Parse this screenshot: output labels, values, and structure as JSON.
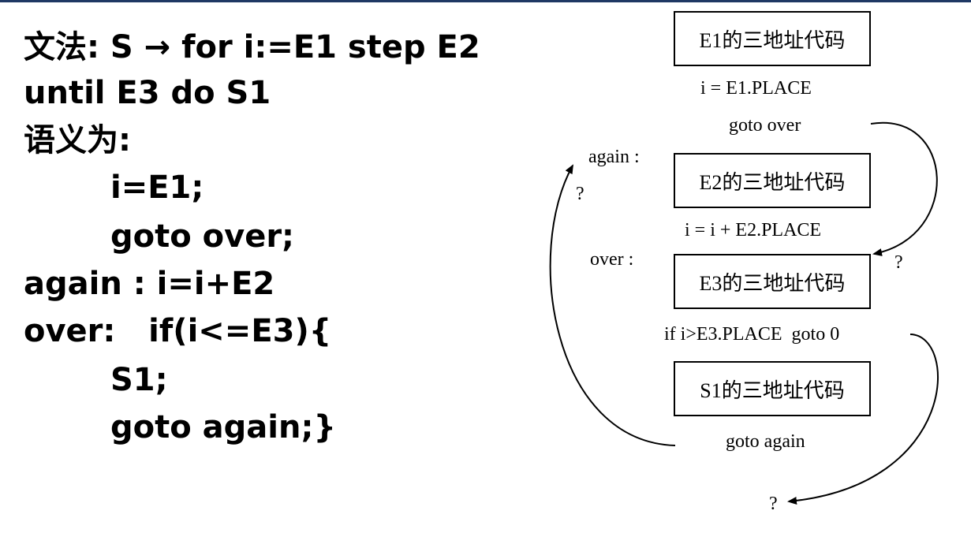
{
  "left_text": {
    "line1": "文法: S → for i:=E1 step E2",
    "line2": "until E3 do S1",
    "line3": "语义为:",
    "line4": "i=E1;",
    "line5": "goto over;",
    "line6": "again : i=i+E2",
    "line7": "over:   if(i<=E3){",
    "line8": "S1;",
    "line9": "goto again;}"
  },
  "diagram": {
    "box_e1": "E1的三地址代码",
    "assign_e1": "i = E1.PLACE",
    "goto_over": "goto over",
    "label_again": "again :",
    "q_again": "?",
    "box_e2": "E2的三地址代码",
    "assign_e2": "i = i + E2.PLACE",
    "label_over": "over :",
    "q_over": "?",
    "box_e3": "E3的三地址代码",
    "cond": "if i>E3.PLACE  goto 0",
    "box_s1": "S1的三地址代码",
    "goto_again": "goto again",
    "q_exit": "?"
  },
  "colors": {
    "top_bar": "#1f3864",
    "text": "#000000"
  }
}
